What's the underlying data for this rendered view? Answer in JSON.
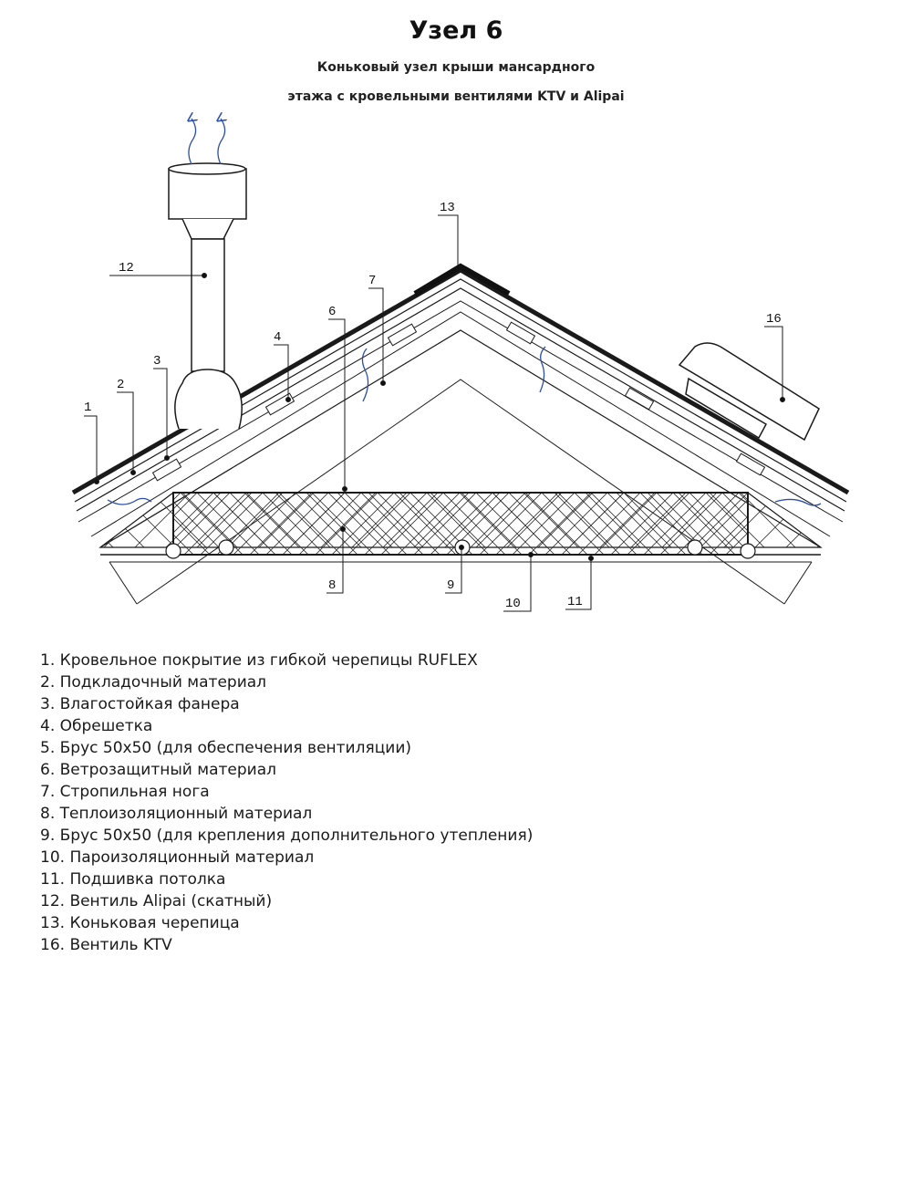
{
  "header": {
    "title": "Узел 6",
    "subtitle_line1": "Коньковый узел крыши мансардного",
    "subtitle_line2": "этажа с кровельными вентилями KTV и Alipai"
  },
  "callouts": [
    "1",
    "2",
    "3",
    "4",
    "6",
    "7",
    "8",
    "9",
    "10",
    "11",
    "12",
    "13",
    "16"
  ],
  "legend": [
    "1. Кровельное покрытие из гибкой черепицы RUFLEX",
    "2. Подкладочный материал",
    "3. Влагостойкая фанера",
    "4. Обрешетка",
    "5. Брус 50х50 (для обеспечения вентиляции)",
    "6. Ветрозащитный материал",
    "7. Стропильная нога",
    "8. Теплоизоляционный материал",
    "9. Брус 50х50 (для крепления дополнительного утепления)",
    "10. Пароизоляционный материал",
    "11. Подшивка потолка",
    "12. Вентиль Alipai (скатный)",
    "13. Коньковая черепица",
    "16. Вентиль KTV"
  ],
  "colors": {
    "line": "#1a1a1a",
    "airflow": "#2b4fa8"
  }
}
